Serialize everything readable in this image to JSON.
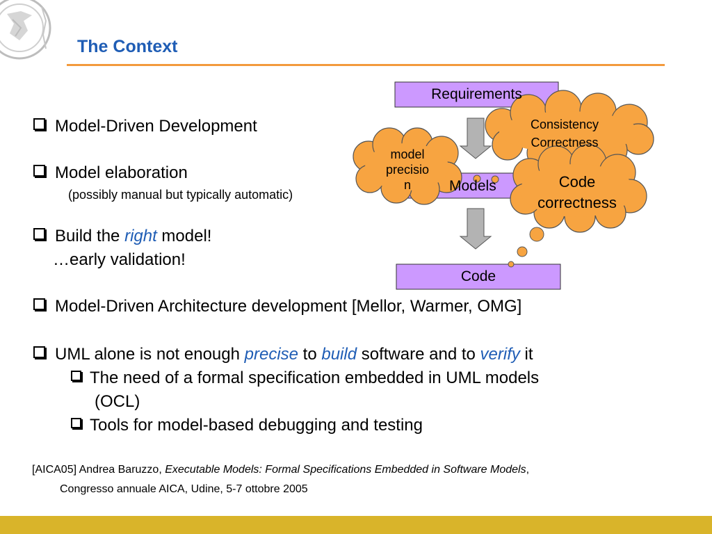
{
  "header": {
    "title": "The Context"
  },
  "bullets": {
    "b1": "Model-Driven Development",
    "b2": "Model elaboration",
    "b2_note": "(possibly manual but typically automatic)",
    "b3_pre": "Build the ",
    "b3_em": "right",
    "b3_post": " model!",
    "b3_sub": "…early validation!",
    "b4": "Model-Driven Architecture development [Mellor, Warmer, OMG]",
    "b5_pre": "UML alone is not enough ",
    "b5_em1": "precise",
    "b5_mid1": " to ",
    "b5_em2": "build",
    "b5_mid2": " software and to ",
    "b5_em3": "verify",
    "b5_post": " it",
    "sub1_line1": "The need of a formal specification embedded in UML models",
    "sub1_line2": "(OCL)",
    "sub2": "Tools for model-based debugging and testing"
  },
  "reference": {
    "pre": "[AICA05] Andrea Baruzzo, ",
    "italic": "Executable Models: Formal Specifications Embedded in Software Models",
    "post": ",",
    "line2": "Congresso annuale AICA, Udine, 5-7 ottobre 2005"
  },
  "diagram": {
    "box_requirements": "Requirements",
    "box_models": "Models",
    "box_code": "Code",
    "cloud_model_precision_l1": "model",
    "cloud_model_precision_l2": "precisio",
    "cloud_model_precision_l3": "n",
    "cloud_consistency_l1": "Consistency",
    "cloud_consistency_l2": "Correctness",
    "cloud_code_l1": "Code",
    "cloud_code_l2": "correctness"
  },
  "colors": {
    "title": "#1f5db5",
    "rule": "#f39a3c",
    "box_fill": "#cc99ff",
    "cloud_fill": "#f7a441",
    "arrow_fill": "#b3b3b3",
    "bottom_bar": "#d9b42a"
  }
}
